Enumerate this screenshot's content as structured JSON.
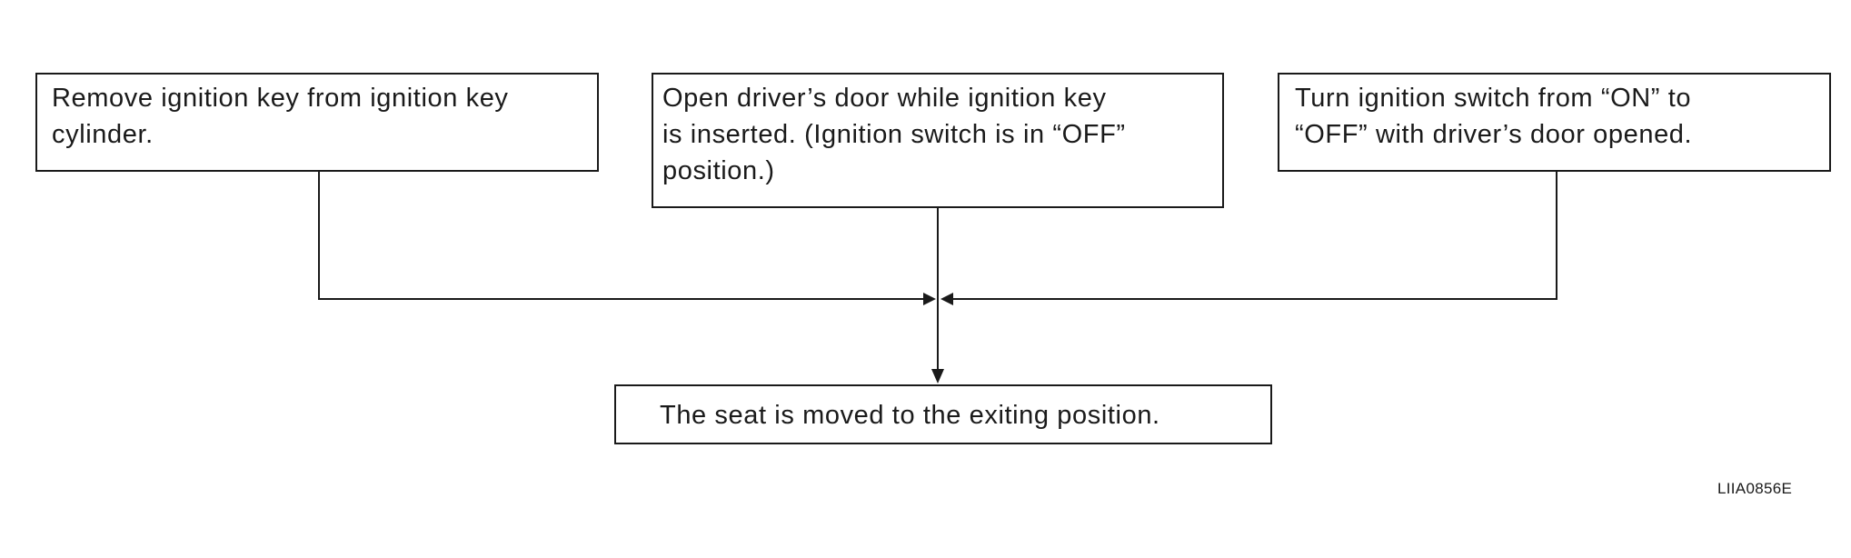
{
  "diagram": {
    "boxes": {
      "left": {
        "lines": [
          "Remove ignition key from ignition key",
          "cylinder."
        ]
      },
      "middle": {
        "lines": [
          "Open driver’s door while ignition key",
          "is inserted. (Ignition switch is in “OFF”",
          "position.)"
        ]
      },
      "right": {
        "lines": [
          "Turn ignition switch from “ON” to",
          "“OFF” with driver’s door opened."
        ]
      },
      "result": {
        "lines": [
          "The seat is moved to the exiting position."
        ]
      }
    },
    "figure_code": "LIIA0856E",
    "colors": {
      "stroke": "#1a1a1a",
      "background": "#ffffff"
    }
  }
}
